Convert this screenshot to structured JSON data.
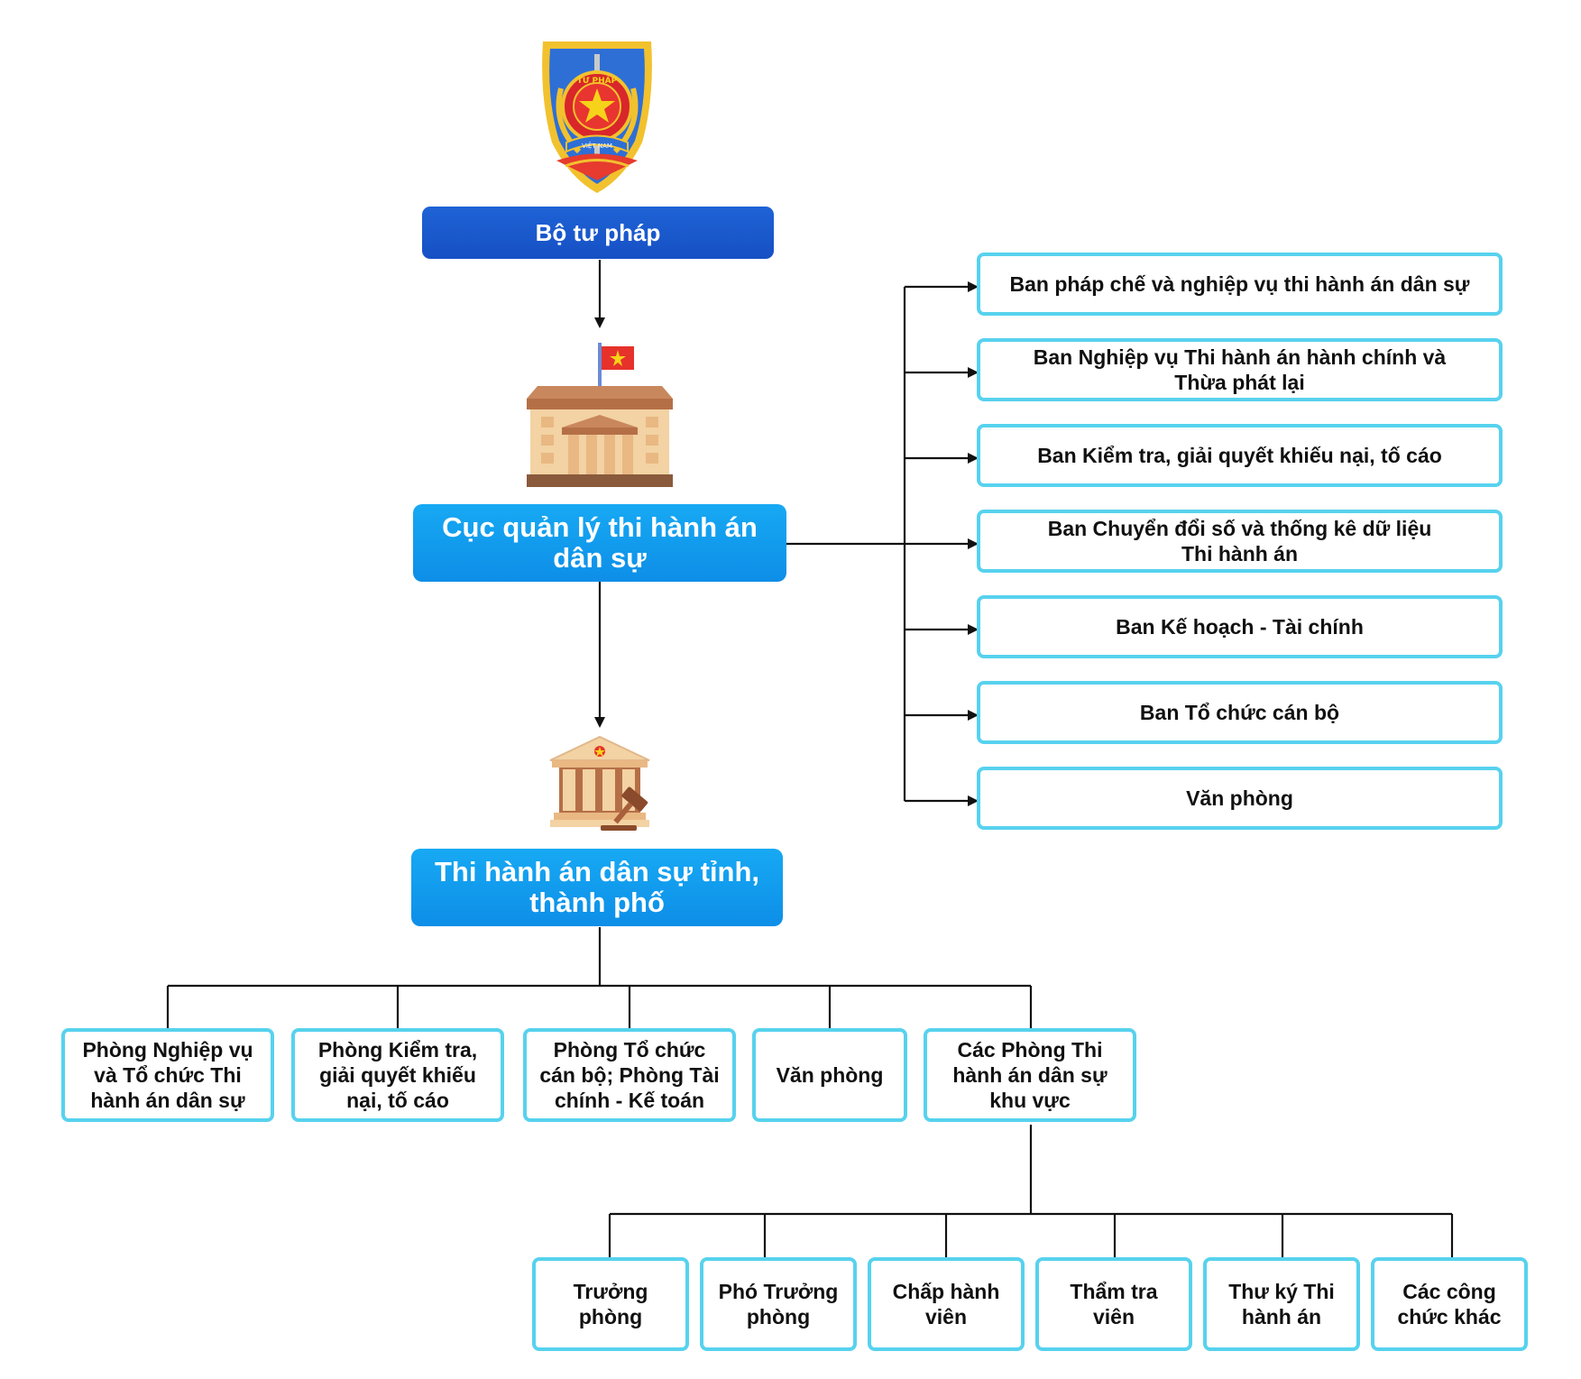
{
  "top_org": {
    "label": "Bộ tư pháp"
  },
  "logo": {
    "icon": "tu-phap-emblem-icon",
    "ring_text": "TƯ PHÁP",
    "ribbon_text": "VIỆT NAM"
  },
  "department": {
    "label": "Cục quản lý thi hành án dân sự",
    "icon": "government-building-flag-icon"
  },
  "boards": [
    {
      "label": "Ban pháp chế và nghiệp vụ thi hành án dân sự"
    },
    {
      "label": "Ban Nghiệp vụ Thi hành án hành chính và Thừa phát lại"
    },
    {
      "label": "Ban Kiểm tra, giải quyết khiếu nại, tố cáo"
    },
    {
      "label": "Ban Chuyển đổi số và thống kê dữ liệu Thi hành án"
    },
    {
      "label": "Ban Kế hoạch - Tài chính"
    },
    {
      "label": "Ban Tổ chức cán bộ"
    },
    {
      "label": "Văn phòng"
    }
  ],
  "provincial": {
    "label": "Thi hành án dân sự tỉnh, thành phố",
    "icon": "courthouse-gavel-icon"
  },
  "provincial_units": [
    {
      "label": "Phòng Nghiệp vụ và Tổ chức Thi hành án dân sự"
    },
    {
      "label": "Phòng Kiểm tra, giải quyết khiếu nại, tố cáo"
    },
    {
      "label": "Phòng Tổ chức cán bộ; Phòng Tài chính - Kế toán"
    },
    {
      "label": "Văn phòng"
    },
    {
      "label": "Các Phòng Thi hành án dân sự khu vực"
    }
  ],
  "regional_roles": [
    {
      "label": "Trưởng phòng"
    },
    {
      "label": "Phó Trưởng phòng"
    },
    {
      "label": "Chấp hành viên"
    },
    {
      "label": "Thẩm tra viên"
    },
    {
      "label": "Thư ký Thi hành án"
    },
    {
      "label": "Các công chức khác"
    }
  ],
  "colors": {
    "top_box": "#1a5bd0",
    "main_box": "#12a0f0",
    "border": "#57d2ee",
    "line": "#111111"
  }
}
